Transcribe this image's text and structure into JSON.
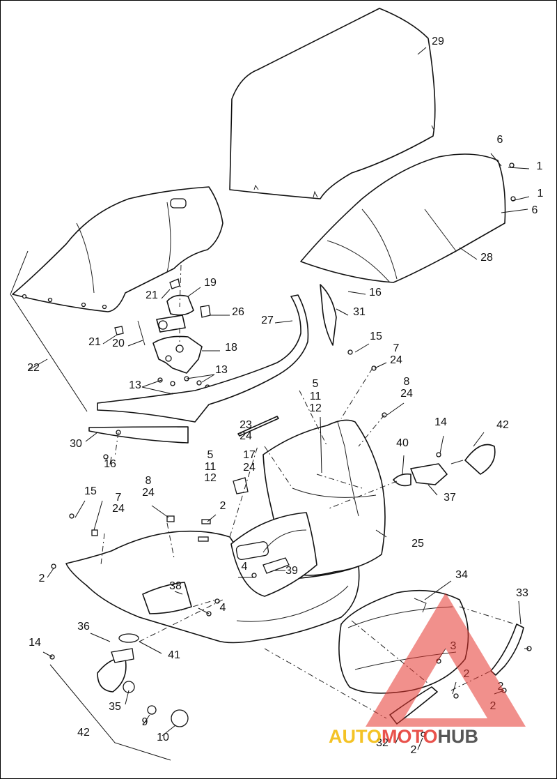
{
  "diagram": {
    "callouts": [
      "29",
      "6",
      "1",
      "1",
      "6",
      "28",
      "22",
      "21",
      "19",
      "26",
      "21",
      "20",
      "18",
      "13",
      "13",
      "27",
      "31",
      "16",
      "15",
      "7",
      "24",
      "5",
      "11",
      "12",
      "8",
      "24",
      "14",
      "42",
      "40",
      "37",
      "30",
      "16",
      "23",
      "24",
      "17",
      "24",
      "5",
      "11",
      "12",
      "8",
      "24",
      "15",
      "7",
      "24",
      "2",
      "25",
      "2",
      "4",
      "39",
      "34",
      "38",
      "4",
      "33",
      "36",
      "14",
      "41",
      "3",
      "2",
      "2",
      "2",
      "35",
      "9",
      "10",
      "42",
      "32",
      "2"
    ]
  },
  "watermark": {
    "part1": "AUTO",
    "part2": "MOTO",
    "part3": "HUB",
    "colors": {
      "gold": "#f2b800",
      "red": "#e5342d",
      "grey": "#3a3a3a"
    }
  }
}
